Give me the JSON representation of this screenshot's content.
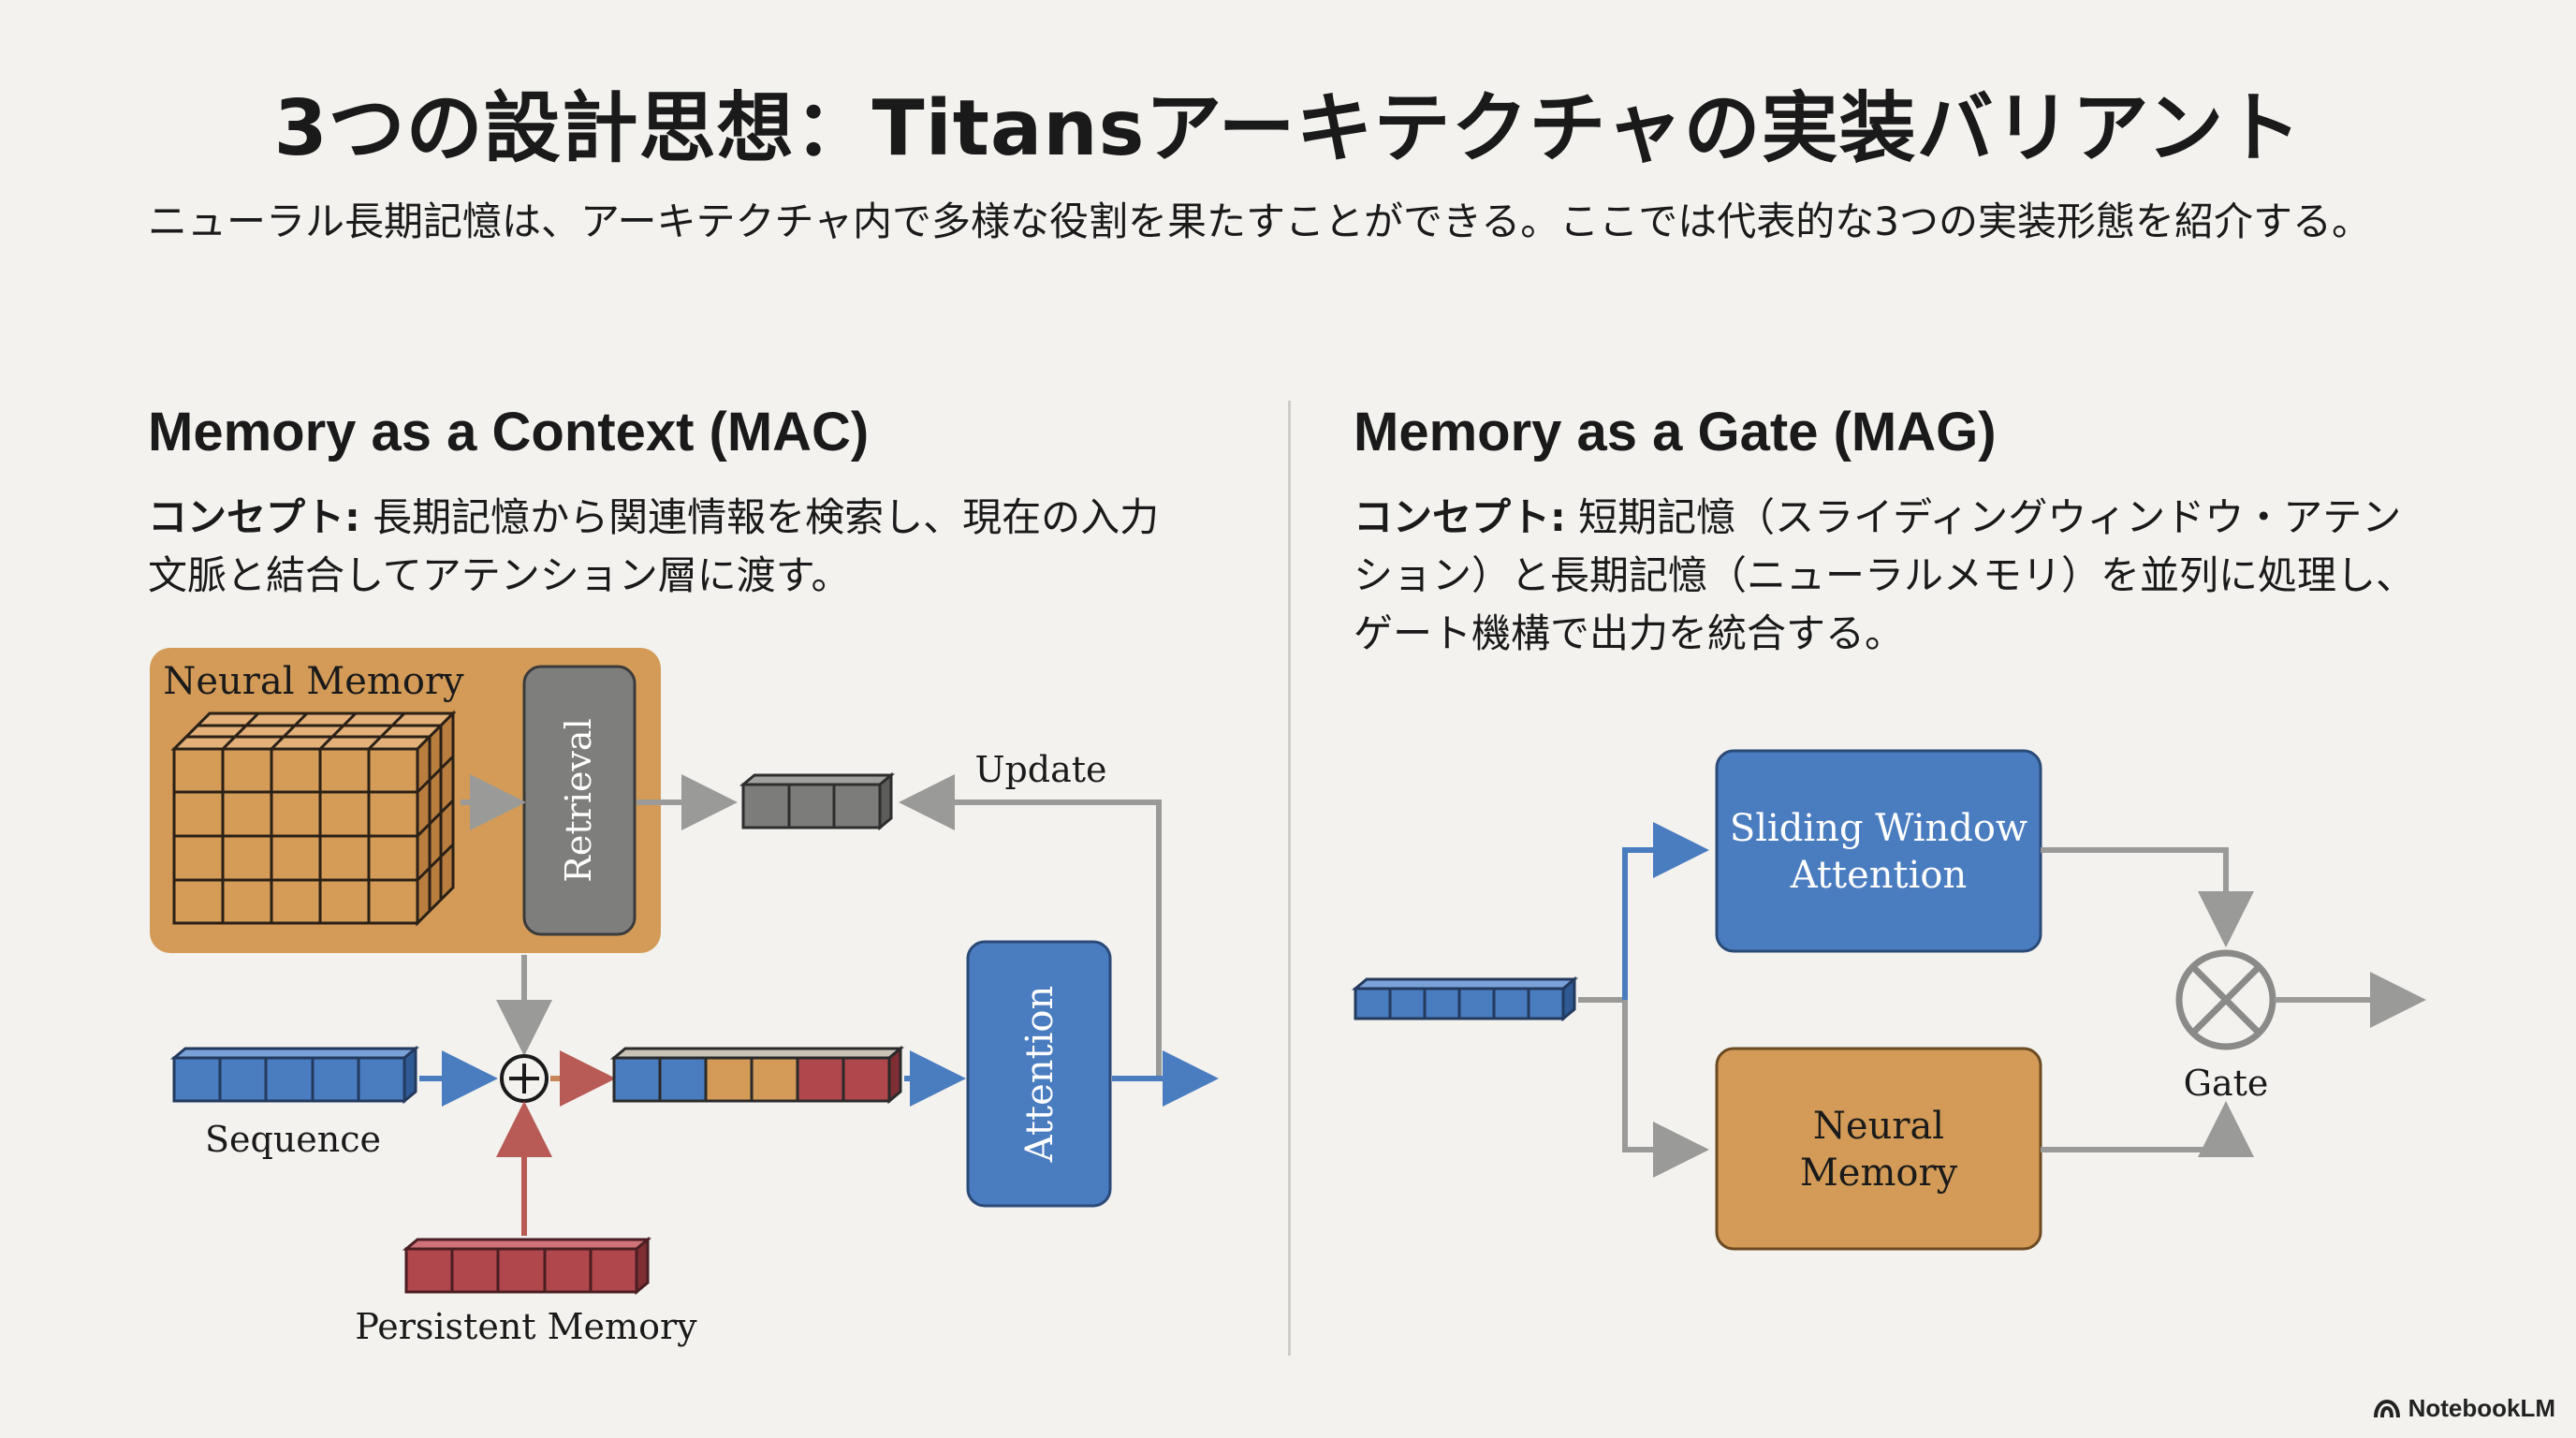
{
  "title": "3つの設計思想：Titansアーキテクチャの実装バリアント",
  "intro": "ニューラル長期記憶は、アーキテクチャ内で多様な役割を果たすことができる。ここでは代表的な3つの実装形態を紹介する。",
  "mac": {
    "title": "Memory as a Context (MAC)",
    "concept_label": "コンセプト:",
    "concept_line1": " 長期記憶から関連情報を検索し、現在の入力",
    "concept_line2": "文脈と結合してアテンション層に渡す。",
    "diagram": {
      "neural_memory": "Neural Memory",
      "retrieval": "Retrieval",
      "update": "Update",
      "attention": "Attention",
      "sequence": "Sequence",
      "persistent_memory": "Persistent Memory"
    }
  },
  "mag": {
    "title": "Memory as a Gate (MAG)",
    "concept_label": "コンセプト:",
    "concept_line1": " 短期記憶（スライディングウィンドウ・アテン",
    "concept_line2": "ション）と長期記憶（ニューラルメモリ）を並列に処理し、",
    "concept_line3": "ゲート機構で出力を統合する。",
    "diagram": {
      "swa_line1": "Sliding Window",
      "swa_line2": "Attention",
      "nm_line1": "Neural",
      "nm_line2": "Memory",
      "gate": "Gate"
    }
  },
  "brand": "NotebookLM",
  "colors": {
    "blue": "#4a7cc0",
    "orange": "#d39b57",
    "red": "#b0474c",
    "gray": "#8a8a88",
    "arrow_gray": "#9a9a98",
    "arrow_blue": "#4a7cc0",
    "arrow_red": "#b85a55"
  }
}
